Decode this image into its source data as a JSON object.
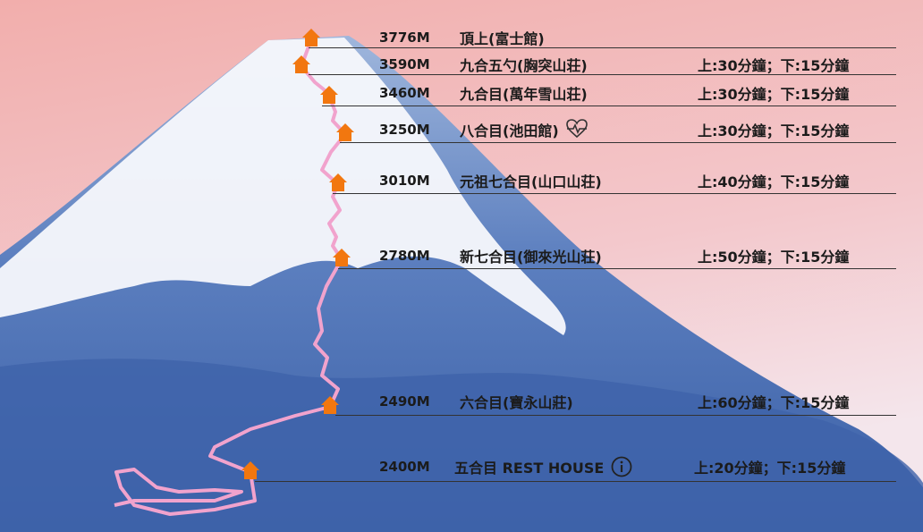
{
  "colors": {
    "sky_top": "#f2aeac",
    "sky_bottom": "#f6dfe3",
    "mountain": "#3a62a6",
    "snow": "#ffffff",
    "trail": "#f1a3cd",
    "hut": "#f2770f"
  },
  "stations": [
    {
      "altitude": "3776M",
      "name": "頂上(富士館)",
      "time": "",
      "icon": ""
    },
    {
      "altitude": "3590M",
      "name": "九合五勺(胸突山荘)",
      "time": "上:30分鐘；下:15分鐘",
      "icon": ""
    },
    {
      "altitude": "3460M",
      "name": "九合目(萬年雪山荘)",
      "time": "上:30分鐘；下:15分鐘",
      "icon": ""
    },
    {
      "altitude": "3250M",
      "name": "八合目(池田館)",
      "time": "上:30分鐘；下:15分鐘",
      "icon": "heartbeat-icon"
    },
    {
      "altitude": "3010M",
      "name": "元祖七合目(山口山荘)",
      "time": "上:40分鐘；下:15分鐘",
      "icon": ""
    },
    {
      "altitude": "2780M",
      "name": "新七合目(御來光山荘)",
      "time": "上:50分鐘；下:15分鐘",
      "icon": ""
    },
    {
      "altitude": "2490M",
      "name": "六合目(寶永山莊)",
      "time": "上:60分鐘；下:15分鐘",
      "icon": ""
    },
    {
      "altitude": "2400M",
      "name": "五合目 REST HOUSE",
      "time": "上:20分鐘；下:15分鐘",
      "icon": "info-icon"
    }
  ]
}
